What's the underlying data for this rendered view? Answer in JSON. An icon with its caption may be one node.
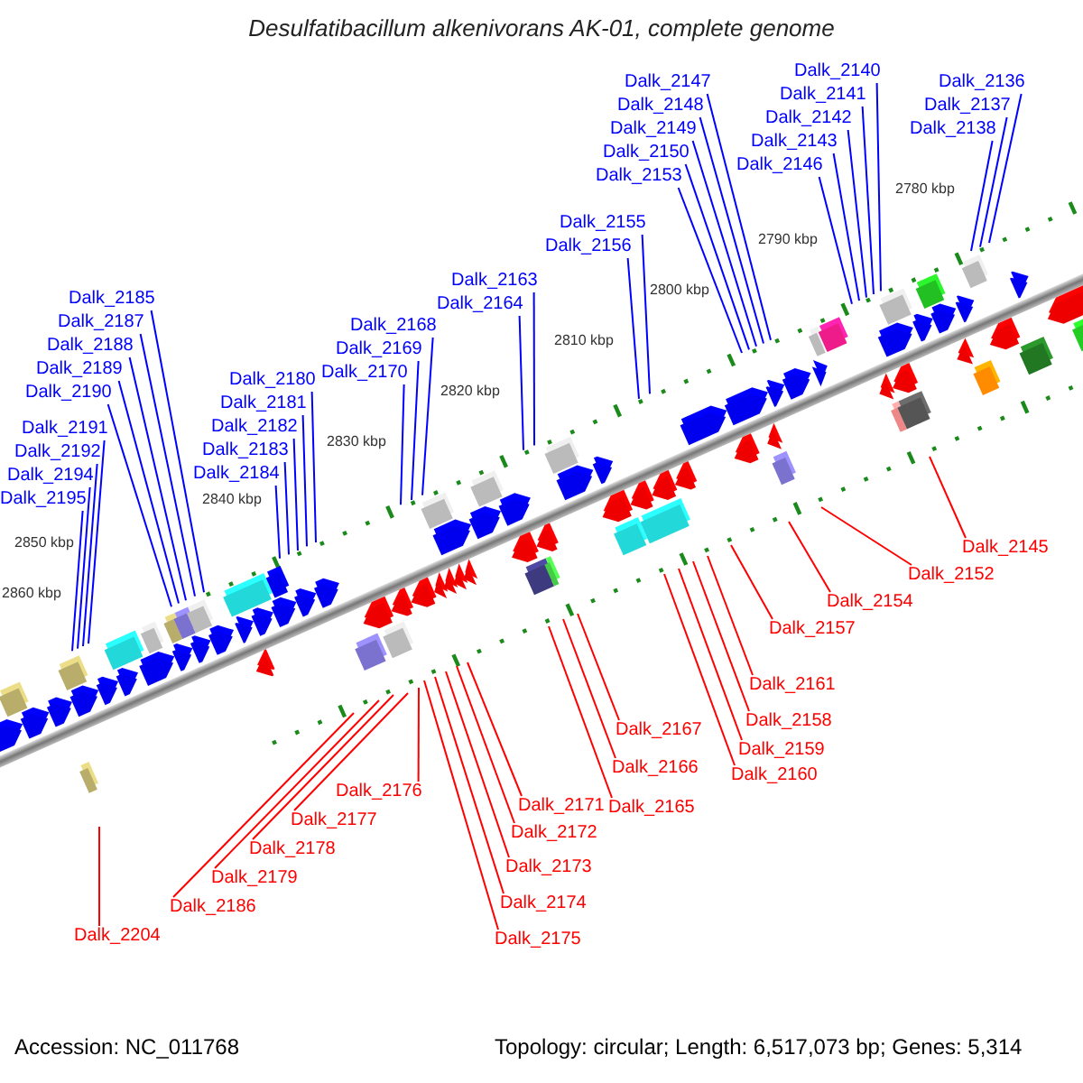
{
  "diagram": {
    "title": "Desulfatibacillum alkenivorans AK-01, complete genome",
    "nodes": [
      {
        "text": [
          "Dalk_2150"
        ]
      },
      {
        "text": [
          "Dalk_2142"
        ]
      },
      {
        "text": [
          "Dalk_2141"
        ]
      },
      {
        "text": [
          "Dalk_2147"
        ]
      },
      {
        "text": [
          "Dalk_2140"
        ]
      },
      {
        "text": [
          "Dalk_2136"
        ]
      },
      {
        "text": [
          "Dalk_2137"
        ]
      },
      {
        "text": [
          "Dalk_2146"
        ]
      },
      {
        "text": [
          "Dalk_2138"
        ]
      },
      {
        "text": [
          "Dalk_2143"
        ]
      },
      {
        "text": [
          "Dalk_2149"
        ]
      },
      {
        "text": [
          "Dalk_2148"
        ]
      },
      {
        "text": [
          "Dalk_2155"
        ]
      },
      {
        "text": [
          "Dalk_2153"
        ]
      },
      {
        "text": [
          "Dalk_2163"
        ]
      },
      {
        "text": [
          "Dalk_2156"
        ]
      },
      {
        "text": [
          "Dalk_2168"
        ]
      },
      {
        "text": [
          "Dalk_2164"
        ]
      },
      {
        "text": [
          "Dalk_2169"
        ]
      },
      {
        "text": [
          "Dalk_2170"
        ]
      },
      {
        "text": [
          "Dalk_2187"
        ]
      },
      {
        "text": [
          "Dalk_2191"
        ]
      },
      {
        "text": [
          "Dalk_2184"
        ]
      },
      {
        "text": [
          "Dalk_2192"
        ]
      },
      {
        "text": [
          "Dalk_2183"
        ]
      },
      {
        "text": [
          "Dalk_2185"
        ]
      },
      {
        "text": [
          "Dalk_2180"
        ]
      },
      {
        "text": [
          "Dalk_2182"
        ]
      },
      {
        "text": [
          "Dalk_2190"
        ]
      },
      {
        "text": [
          "Dalk_2181"
        ]
      },
      {
        "text": [
          "Dalk_2189"
        ]
      },
      {
        "text": [
          "Dalk_2195"
        ]
      },
      {
        "text": [
          "Dalk_2188"
        ]
      },
      {
        "text": [
          "Dalk_2194"
        ]
      },
      {
        "text": [
          "Dalk_2145"
        ]
      },
      {
        "text": [
          "Dalk_2152"
        ]
      },
      {
        "text": [
          "Dalk_2154"
        ]
      },
      {
        "text": [
          "Dalk_2157"
        ]
      },
      {
        "text": [
          "Dalk_2161"
        ]
      },
      {
        "text": [
          "Dalk_2158"
        ]
      },
      {
        "text": [
          "Dalk_2159"
        ]
      },
      {
        "text": [
          "Dalk_2160"
        ]
      },
      {
        "text": [
          "Dalk_2167"
        ]
      },
      {
        "text": [
          "Dalk_2166"
        ]
      },
      {
        "text": [
          "Dalk_2165"
        ]
      },
      {
        "text": [
          "Dalk_2171"
        ]
      },
      {
        "text": [
          "Dalk_2176"
        ]
      },
      {
        "text": [
          "Dalk_2172"
        ]
      },
      {
        "text": [
          "Dalk_2177"
        ]
      },
      {
        "text": [
          "Dalk_2178"
        ]
      },
      {
        "text": [
          "Dalk_2173"
        ]
      },
      {
        "text": [
          "Dalk_2179"
        ]
      },
      {
        "text": [
          "Dalk_2174"
        ]
      },
      {
        "text": [
          "Dalk_2186"
        ]
      },
      {
        "text": [
          "Dalk_2175"
        ]
      },
      {
        "text": [
          "Dalk_2204"
        ]
      }
    ],
    "edges": [
      {
        "from": 0,
        "to": null,
        "arrow": "none"
      },
      {
        "from": 1,
        "to": null,
        "arrow": "none"
      },
      {
        "from": 2,
        "to": null,
        "arrow": "none"
      },
      {
        "from": 3,
        "to": null,
        "arrow": "none"
      },
      {
        "from": 4,
        "to": null,
        "arrow": "none"
      },
      {
        "from": 5,
        "to": null,
        "arrow": "none"
      },
      {
        "from": 6,
        "to": null,
        "arrow": "none"
      },
      {
        "from": 7,
        "to": null,
        "arrow": "none"
      },
      {
        "from": 8,
        "to": null,
        "arrow": "none"
      },
      {
        "from": 9,
        "to": null,
        "arrow": "none"
      },
      {
        "from": 10,
        "to": null,
        "arrow": "none"
      },
      {
        "from": 11,
        "to": null,
        "arrow": "none"
      },
      {
        "from": 12,
        "to": null,
        "arrow": "none"
      },
      {
        "from": 13,
        "to": null,
        "arrow": "none"
      },
      {
        "from": 14,
        "to": null,
        "arrow": "none"
      },
      {
        "from": 15,
        "to": null,
        "arrow": "none"
      },
      {
        "from": 16,
        "to": null,
        "arrow": "none"
      },
      {
        "from": 17,
        "to": null,
        "arrow": "none"
      },
      {
        "from": 18,
        "to": null,
        "arrow": "none"
      },
      {
        "from": 19,
        "to": null,
        "arrow": "none"
      },
      {
        "from": 20,
        "to": null,
        "arrow": "none"
      },
      {
        "from": 21,
        "to": null,
        "arrow": "none"
      },
      {
        "from": 22,
        "to": null,
        "arrow": "none"
      },
      {
        "from": 23,
        "to": null,
        "arrow": "none"
      },
      {
        "from": 24,
        "to": null,
        "arrow": "none"
      },
      {
        "from": 25,
        "to": null,
        "arrow": "none"
      },
      {
        "from": 26,
        "to": null,
        "arrow": "none"
      },
      {
        "from": 27,
        "to": null,
        "arrow": "none"
      },
      {
        "from": 28,
        "to": null,
        "arrow": "none"
      },
      {
        "from": 29,
        "to": null,
        "arrow": "none"
      },
      {
        "from": 30,
        "to": null,
        "arrow": "none"
      },
      {
        "from": 31,
        "to": null,
        "arrow": "none"
      },
      {
        "from": 32,
        "to": null,
        "arrow": "none"
      },
      {
        "from": 33,
        "to": null,
        "arrow": "none"
      },
      {
        "from": 34,
        "to": null,
        "arrow": "none",
        "color": "#ff0000"
      },
      {
        "from": 35,
        "to": null,
        "arrow": "none",
        "color": "#ff0000"
      },
      {
        "from": 36,
        "to": null,
        "arrow": "none",
        "color": "#ff0000"
      },
      {
        "from": 37,
        "to": null,
        "arrow": "none",
        "color": "#ff0000"
      },
      {
        "from": 38,
        "to": null,
        "arrow": "none",
        "color": "#ff0000"
      },
      {
        "from": 39,
        "to": null,
        "arrow": "none",
        "color": "#ff0000"
      },
      {
        "from": 40,
        "to": null,
        "arrow": "none",
        "color": "#ff0000"
      },
      {
        "from": 41,
        "to": null,
        "arrow": "none",
        "color": "#ff0000"
      },
      {
        "from": 42,
        "to": null,
        "arrow": "none",
        "color": "#ff0000"
      },
      {
        "from": 43,
        "to": null,
        "arrow": "none",
        "color": "#ff0000"
      },
      {
        "from": 44,
        "to": null,
        "arrow": "none",
        "color": "#ff0000"
      },
      {
        "from": 45,
        "to": null,
        "arrow": "none",
        "color": "#ff0000"
      },
      {
        "from": 46,
        "to": null,
        "arrow": "none",
        "color": "#ff0000"
      },
      {
        "from": 47,
        "to": null,
        "arrow": "none",
        "color": "#ff0000"
      },
      {
        "from": 48,
        "to": null,
        "arrow": "none",
        "color": "#ff0000"
      },
      {
        "from": 49,
        "to": null,
        "arrow": "none",
        "color": "#ff0000"
      },
      {
        "from": 50,
        "to": null,
        "arrow": "none",
        "color": "#ff0000"
      },
      {
        "from": 51,
        "to": null,
        "arrow": "none",
        "color": "#ff0000"
      },
      {
        "from": 52,
        "to": null,
        "arrow": "none",
        "color": "#ff0000"
      },
      {
        "from": 53,
        "to": null,
        "arrow": "none",
        "color": "#ff0000"
      },
      {
        "from": 54,
        "to": null,
        "arrow": "none",
        "color": "#ff0000"
      },
      {
        "from": 55,
        "to": null,
        "arrow": "none",
        "color": "#ff0000"
      }
    ],
    "labels": [
      "2780 kbp",
      "2790 kbp",
      "2800 kbp",
      "2810 kbp",
      "2820 kbp",
      "2830 kbp",
      "2840 kbp",
      "2850 kbp",
      "2860 kbp",
      "Accession: NC_011768",
      "Topology: circular; Length: 6,517,073 bp; Genes: 5,314"
    ]
  }
}
